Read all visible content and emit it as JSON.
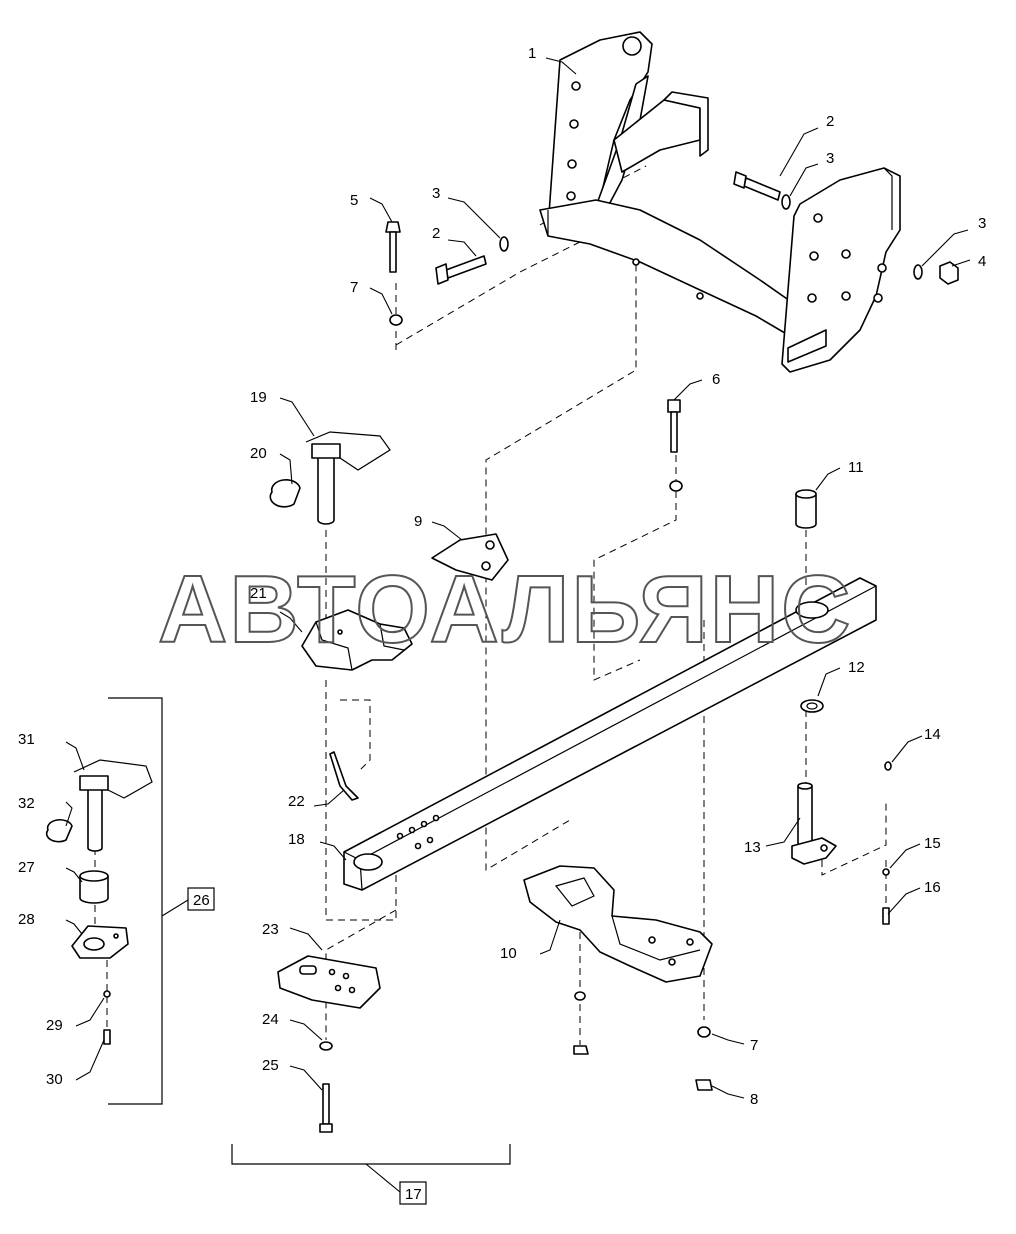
{
  "watermark": "АВТОАЛЬЯНС",
  "callouts": {
    "c1": "1",
    "c2a": "2",
    "c2b": "2",
    "c3a": "3",
    "c3b": "3",
    "c3c": "3",
    "c4": "4",
    "c5": "5",
    "c6": "6",
    "c7a": "7",
    "c7b": "7",
    "c8": "8",
    "c9": "9",
    "c10": "10",
    "c11": "11",
    "c12": "12",
    "c13": "13",
    "c14": "14",
    "c15": "15",
    "c16": "16",
    "c17": "17",
    "c18": "18",
    "c19": "19",
    "c20": "20",
    "c21": "21",
    "c22": "22",
    "c23": "23",
    "c24": "24",
    "c25": "25",
    "c26": "26",
    "c27": "27",
    "c28": "28",
    "c29": "29",
    "c30": "30",
    "c31": "31",
    "c32": "32"
  }
}
